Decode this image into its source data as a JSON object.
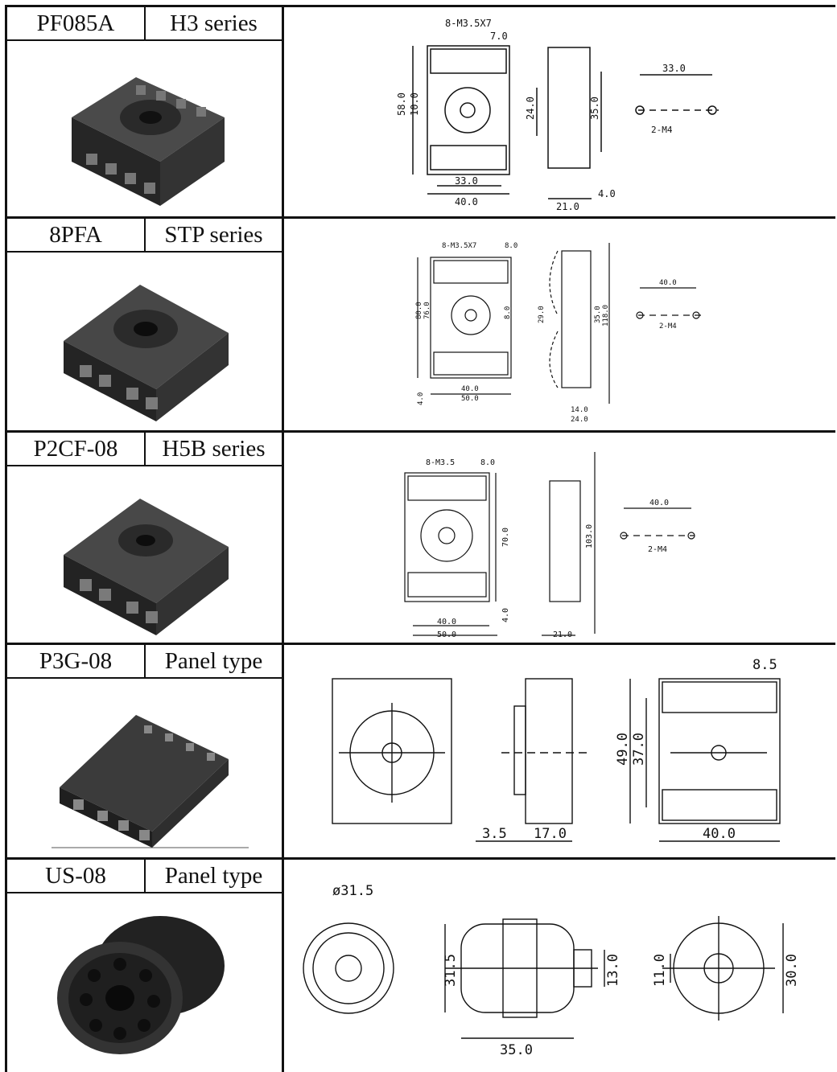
{
  "rows": [
    {
      "model": "PF085A",
      "series": "H3 series",
      "dims": {
        "screws": "8-M3.5X7",
        "pitch": "7.0",
        "height": "58.0",
        "inner": "10.0",
        "width_inner": "33.0",
        "width": "40.0",
        "side_h1": "24.0",
        "side_h2": "35.0",
        "side_w": "21.0",
        "side_t": "4.0",
        "hole_span": "33.0",
        "holes": "2-M4"
      }
    },
    {
      "model": "8PFA",
      "series": "STP series",
      "dims": {
        "screws": "8-M3.5X7",
        "pitch": "8.0",
        "height": "80.0",
        "inner": "76.0",
        "width_inner": "40.0",
        "width": "50.0",
        "base": "4.0",
        "mid": "8.0",
        "side_h1": "29.0",
        "side_h2": "35.0",
        "side_h3": "118.0",
        "side_w1": "14.0",
        "side_w2": "24.0",
        "hole_span": "40.0",
        "holes": "2-M4"
      }
    },
    {
      "model": "P2CF-08",
      "series": "H5B series",
      "dims": {
        "screws": "8-M3.5",
        "pitch": "8.0",
        "height": "70.0",
        "width_inner": "40.0",
        "width": "50.0",
        "base": "4.0",
        "side_h": "103.0",
        "side_w": "21.0",
        "hole_span": "40.0",
        "holes": "2-M4"
      }
    },
    {
      "model": "P3G-08",
      "series": "Panel type",
      "dims": {
        "flange": "3.5",
        "depth": "17.0",
        "height": "49.0",
        "inner": "37.0",
        "width": "40.0",
        "pitch": "8.5"
      }
    },
    {
      "model": "US-08",
      "series": "Panel type",
      "dims": {
        "diameter": "ø31.5",
        "height": "31.5",
        "length": "35.0",
        "boss": "13.0",
        "hole": "11.0",
        "outer": "30.0"
      }
    }
  ]
}
